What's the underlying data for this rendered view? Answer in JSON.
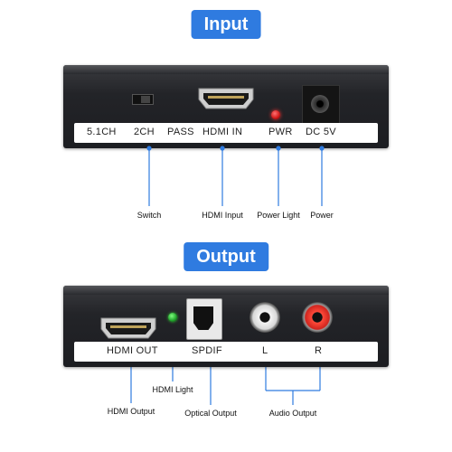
{
  "input": {
    "heading": "Input",
    "panel_labels": [
      "5.1CH",
      "2CH",
      "PASS",
      "HDMI IN",
      "PWR",
      "DC 5V"
    ],
    "callouts": [
      "Switch",
      "HDMI Input",
      "Power Light",
      "Power"
    ]
  },
  "output": {
    "heading": "Output",
    "panel_labels": [
      "HDMI OUT",
      "SPDIF",
      "L",
      "R"
    ],
    "callouts": [
      "HDMI Output",
      "HDMI Light",
      "Optical Output",
      "Audio Output"
    ]
  },
  "colors": {
    "badge": "#2f7be0",
    "callout_line": "#2f7be0",
    "pwr_led": "#d01818",
    "hdmi_led": "#1fa02a",
    "rca_red": "#d0251e",
    "rca_white": "#e8e8e8"
  }
}
